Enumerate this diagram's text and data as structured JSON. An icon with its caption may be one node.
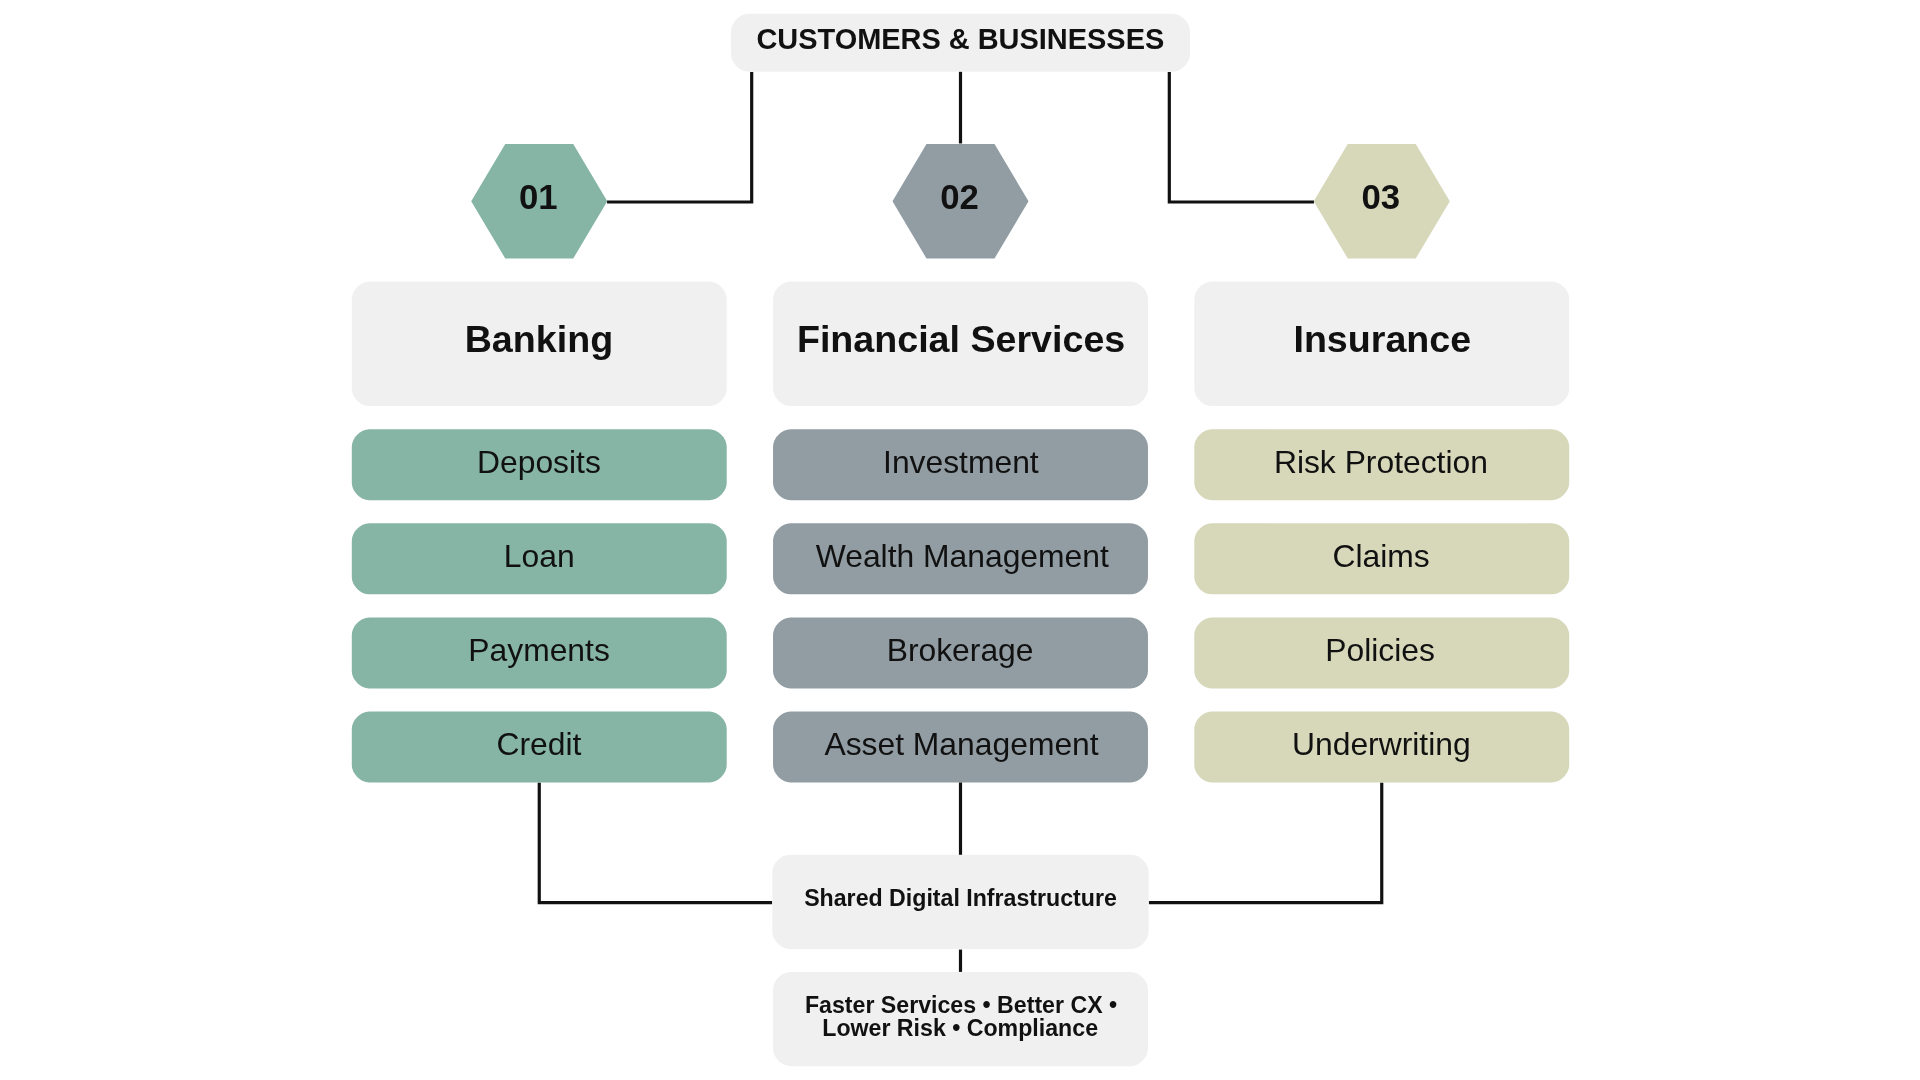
{
  "diagram": {
    "nodes": [
      {
        "text": [
          "CUSTOMERS & BUSINESSES"
        ]
      },
      {
        "text": [
          "01"
        ]
      },
      {
        "text": [
          "Banking"
        ]
      },
      {
        "text": [
          "Deposits"
        ]
      },
      {
        "text": [
          "Loan"
        ]
      },
      {
        "text": [
          "Payments"
        ]
      },
      {
        "text": [
          "Credit"
        ]
      },
      {
        "text": [
          "02"
        ]
      },
      {
        "text": [
          "Financial Services"
        ]
      },
      {
        "text": [
          "Investment"
        ]
      },
      {
        "text": [
          "Wealth Management"
        ]
      },
      {
        "text": [
          "Brokerage"
        ]
      },
      {
        "text": [
          "Asset Management"
        ]
      },
      {
        "text": [
          "03"
        ]
      },
      {
        "text": [
          "Insurance"
        ]
      },
      {
        "text": [
          "Risk Protection"
        ]
      },
      {
        "text": [
          "Claims"
        ]
      },
      {
        "text": [
          "Policies"
        ]
      },
      {
        "text": [
          "Underwriting"
        ]
      },
      {
        "text": [
          "Shared Digital Infrastructure"
        ]
      },
      {
        "text": [
          "Faster Services • Better CX • Lower Risk • Compliance"
        ]
      }
    ],
    "edges": [
      {
        "from": 0,
        "to": 1,
        "arrow": "none"
      },
      {
        "from": 0,
        "to": 7,
        "arrow": "none"
      },
      {
        "from": 0,
        "to": 13,
        "arrow": "none"
      },
      {
        "from": 6,
        "to": 19,
        "arrow": "none"
      },
      {
        "from": 12,
        "to": 19,
        "arrow": "none"
      },
      {
        "from": 18,
        "to": 19,
        "arrow": "none"
      },
      {
        "from": 19,
        "to": 20,
        "arrow": "none"
      }
    ]
  }
}
